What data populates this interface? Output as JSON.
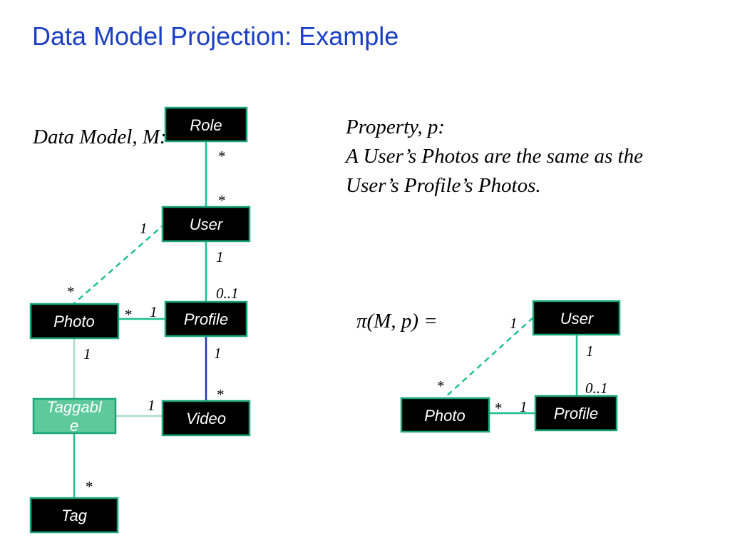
{
  "slide": {
    "title": "Data Model Projection: Example",
    "model_label": "Data Model, M:",
    "property_heading": "Property, p:",
    "property_text": "A User’s Photos are the same as the User’s Profile’s Photos.",
    "projection_label": "π(M, p) ="
  },
  "model": {
    "entities": {
      "role": "Role",
      "user": "User",
      "photo": "Photo",
      "profile": "Profile",
      "taggable_line1": "Taggabl",
      "taggable_line2": "e",
      "video": "Video",
      "tag": "Tag"
    },
    "multiplicities": {
      "role_user_top": "*",
      "role_user_bottom": "*",
      "user_photo_user_end": "1",
      "user_photo_photo_end": "*",
      "user_profile_user_end": "1",
      "user_profile_profile_end": "0..1",
      "photo_profile_photo_end": "*",
      "photo_profile_profile_end": "1",
      "profile_video_profile_end": "1",
      "profile_video_video_end": "*",
      "photo_taggable": "1",
      "taggable_video": "1",
      "taggable_tag": "*"
    }
  },
  "projection": {
    "entities": {
      "user": "User",
      "photo": "Photo",
      "profile": "Profile"
    },
    "multiplicities": {
      "user_photo_user_end": "1",
      "user_photo_photo_end": "*",
      "user_profile_user_end": "1",
      "user_profile_profile_end": "0..1",
      "photo_profile_photo_end": "*",
      "photo_profile_profile_end": "1"
    }
  },
  "colors": {
    "title": "#1b3fc4",
    "entity_fill": "#000000",
    "entity_border": "#1aa67a",
    "association_line": "#1fbf8f",
    "dashed_line": "#1fbf8f",
    "video_association": "#2233aa",
    "inheritance_line": "#a8dcc4",
    "taggable_fill": "#5ec99b"
  }
}
